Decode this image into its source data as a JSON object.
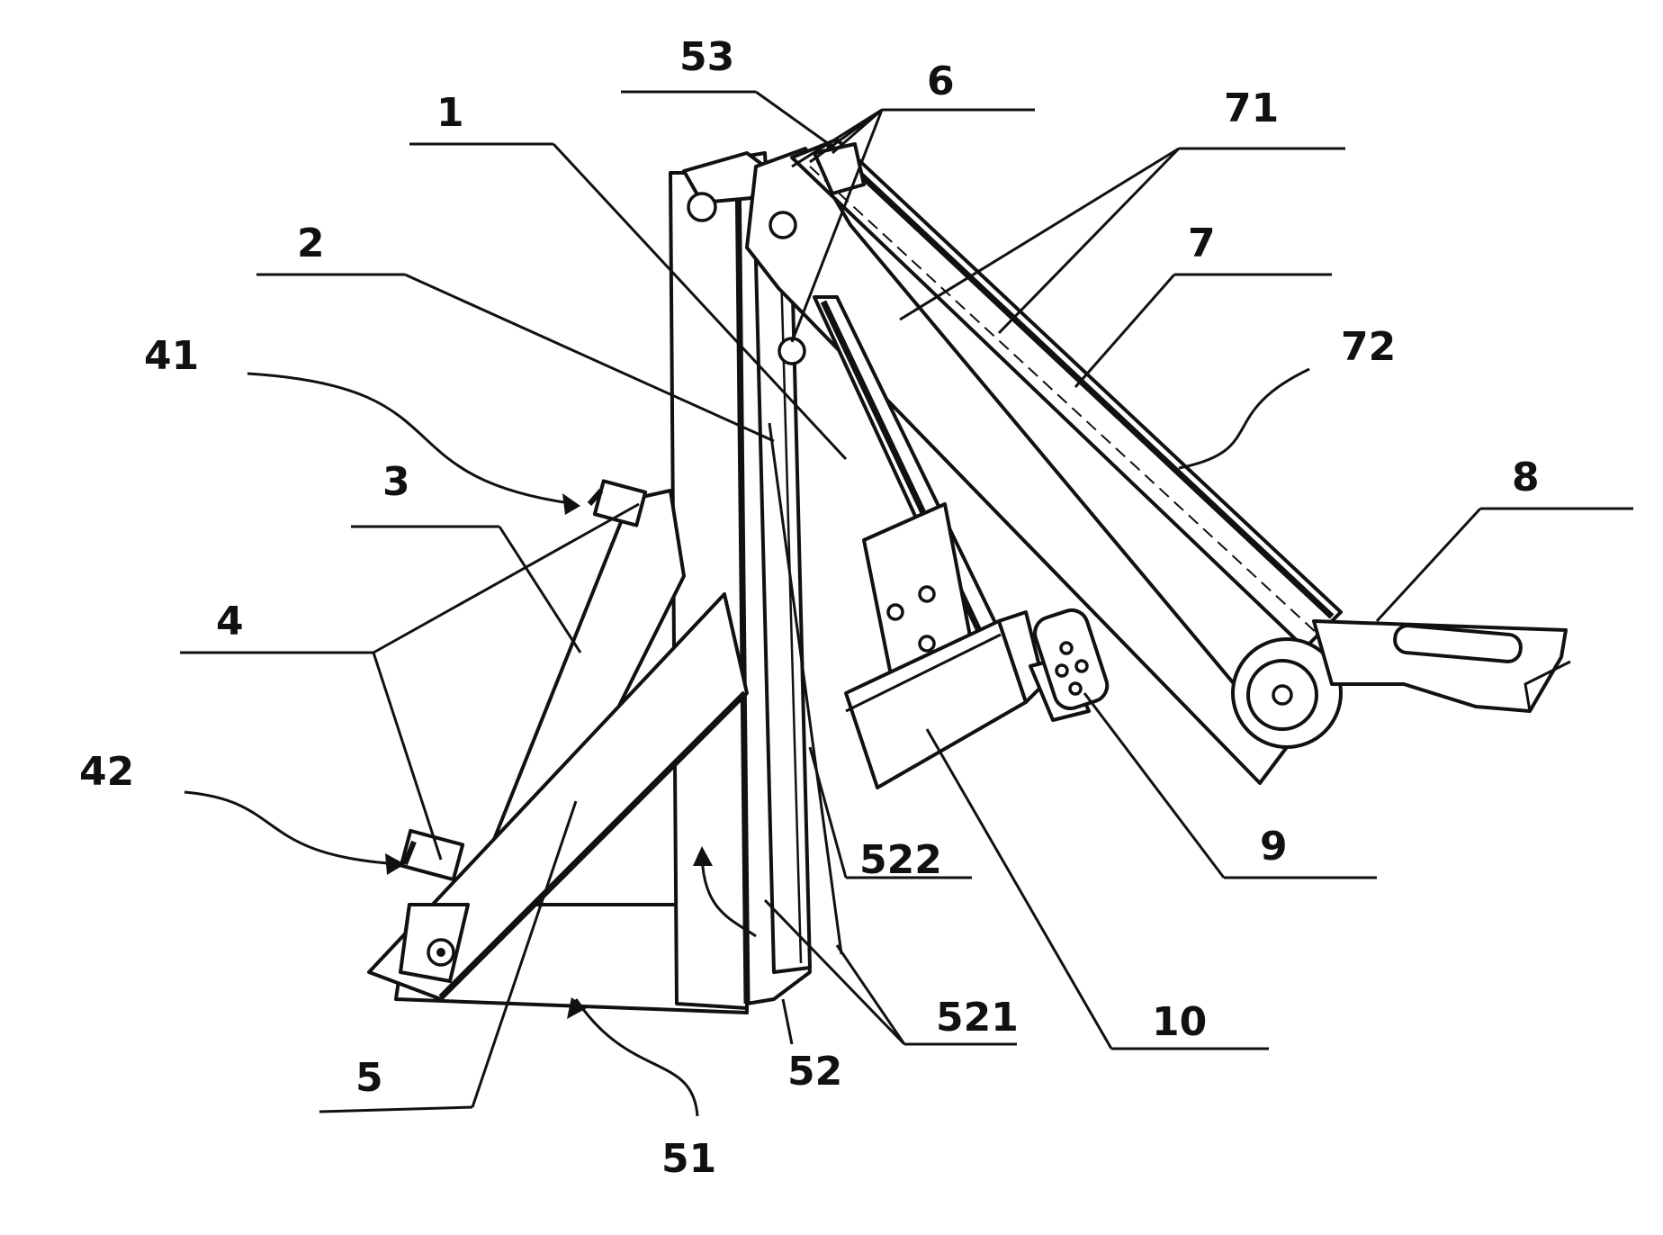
{
  "labels": {
    "l1": "1",
    "l2": "2",
    "l3": "3",
    "l4": "4",
    "l41": "41",
    "l42": "42",
    "l5": "5",
    "l51": "51",
    "l52": "52",
    "l521": "521",
    "l522": "522",
    "l53": "53",
    "l6": "6",
    "l7": "7",
    "l71": "71",
    "l72": "72",
    "l8": "8",
    "l9": "9",
    "l10": "10"
  }
}
